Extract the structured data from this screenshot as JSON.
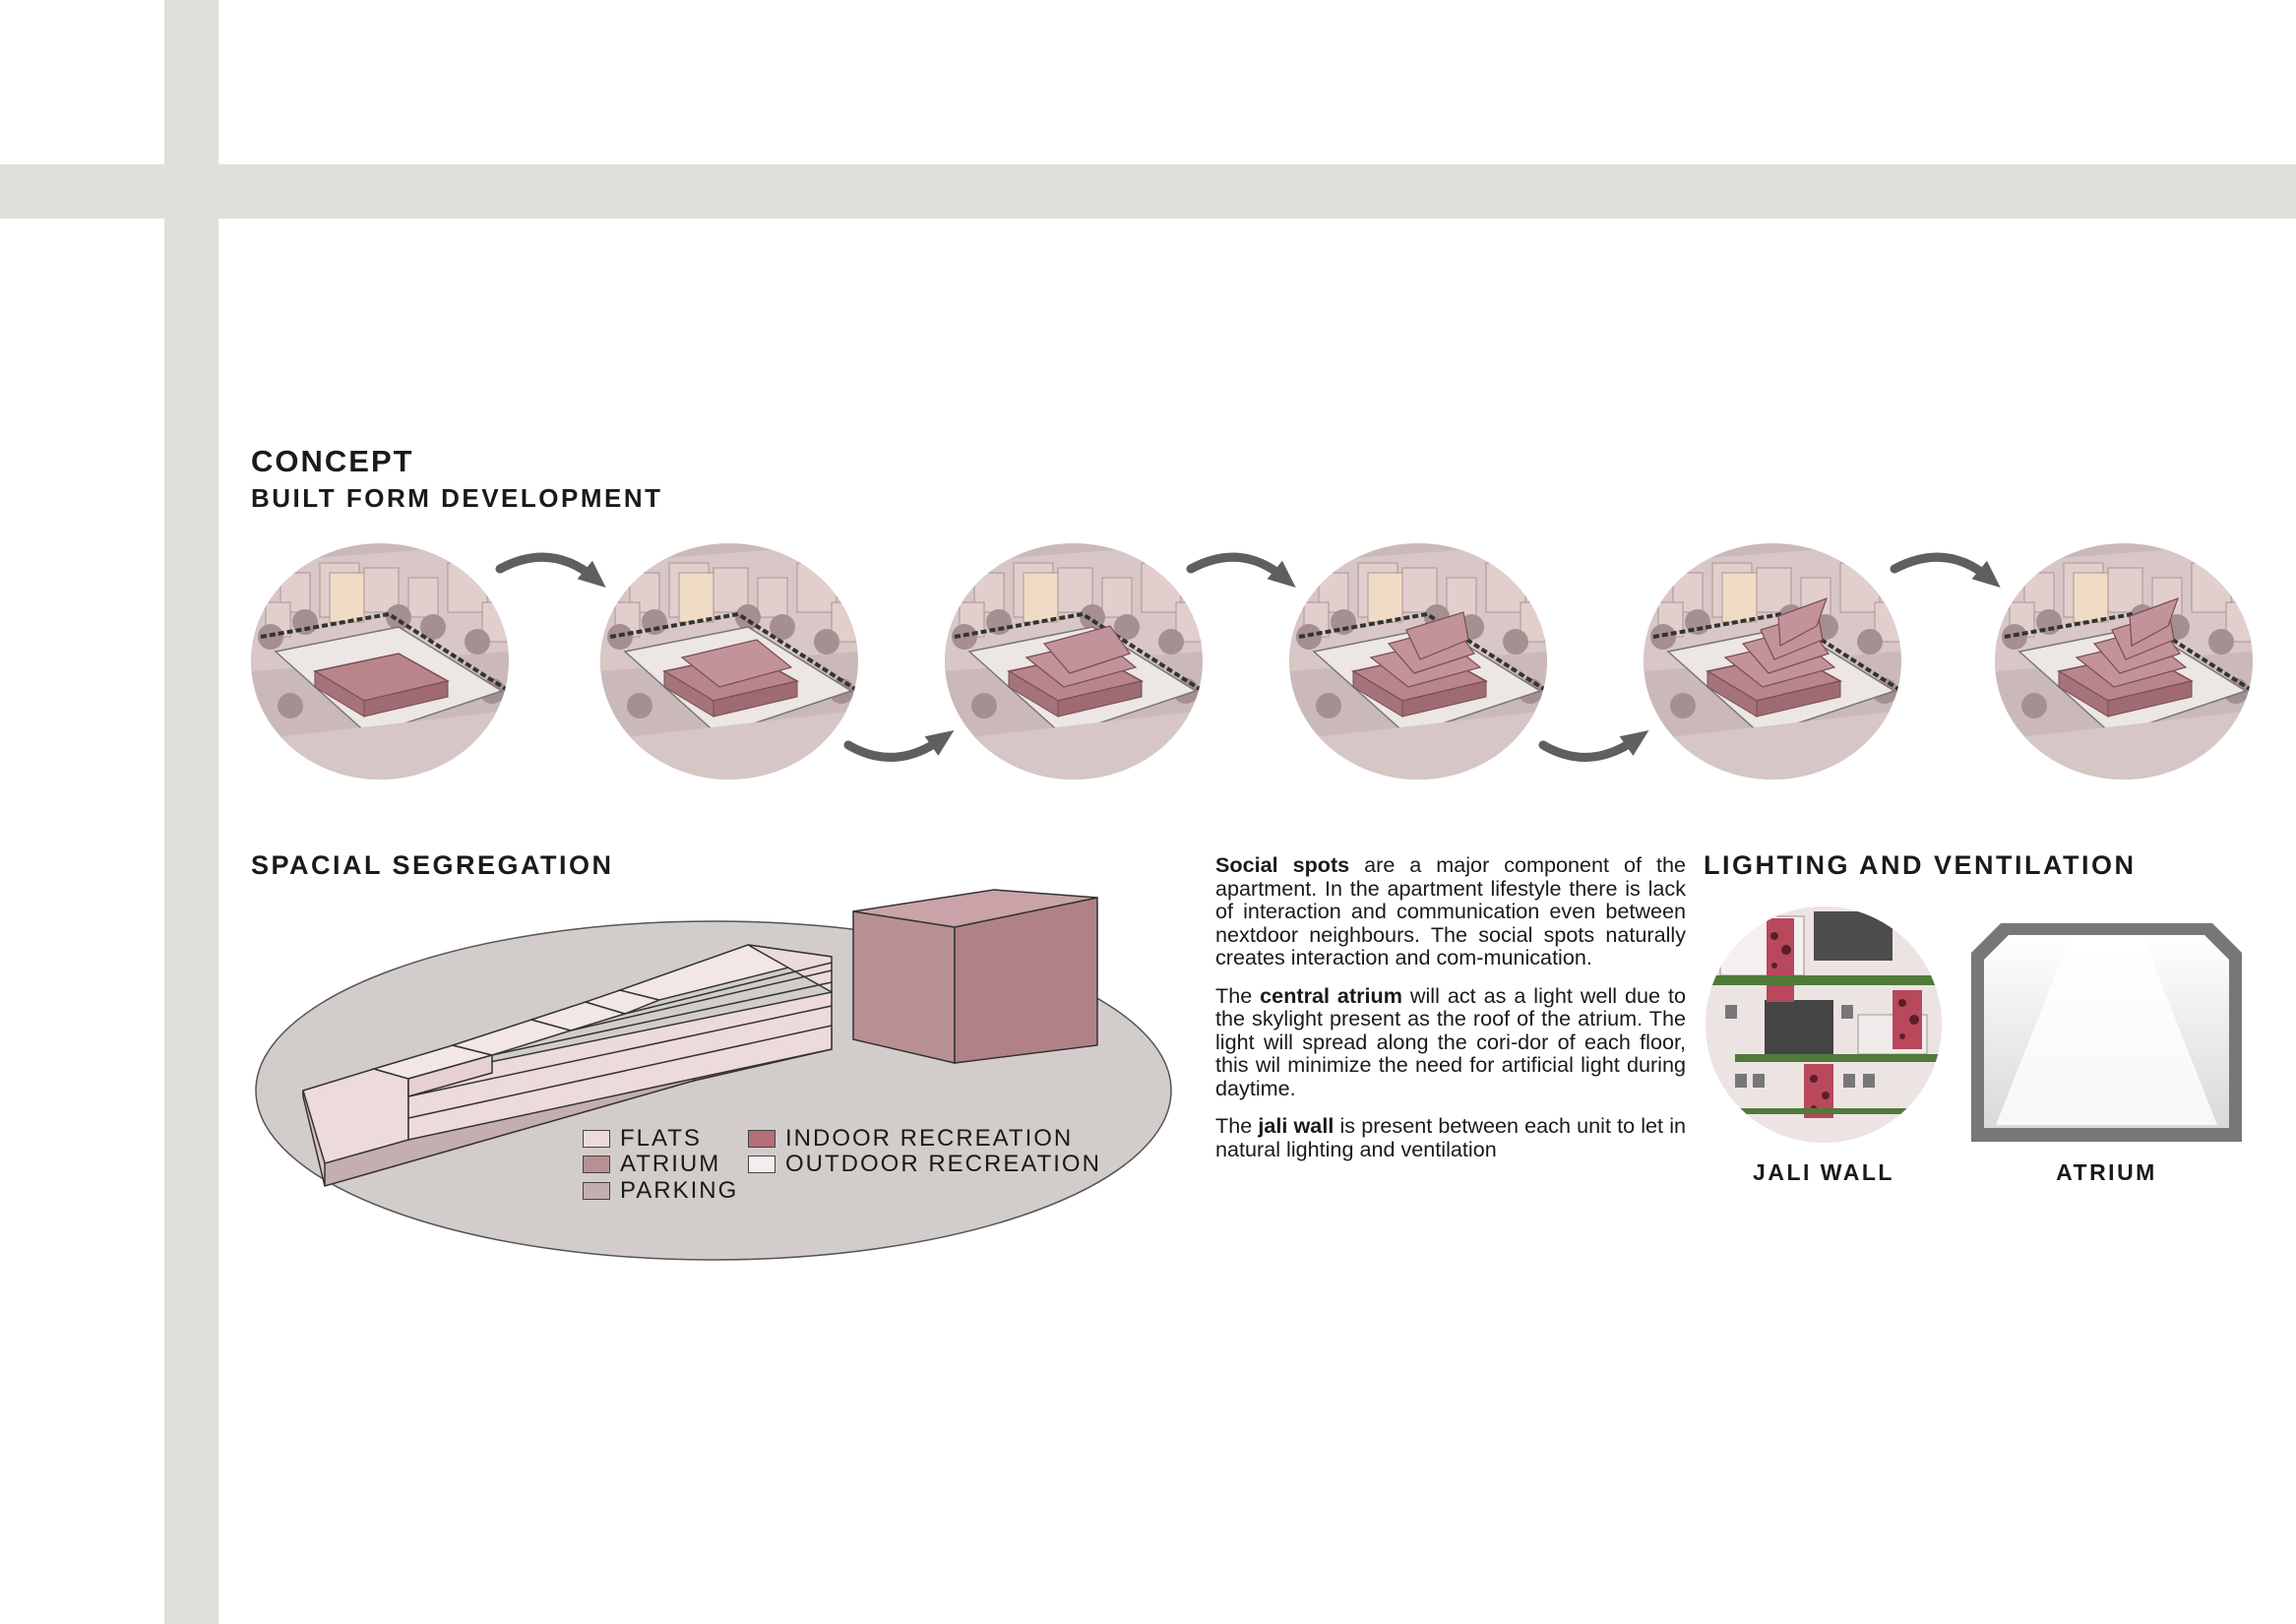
{
  "header": {
    "title": "CONCEPT",
    "subtitle": "BUILT FORM DEVELOPMENT"
  },
  "sections": {
    "spatial": "SPACIAL SEGREGATION",
    "lighting": "LIGHTING AND VENTILATION"
  },
  "legend": {
    "items": [
      {
        "label": "FLATS",
        "color": "#eddadd"
      },
      {
        "label": "ATRIUM",
        "color": "#b88f93"
      },
      {
        "label": "PARKING",
        "color": "#c4aeb0"
      },
      {
        "label": "INDOOR RECREATION",
        "color": "#b46f77"
      },
      {
        "label": "OUTDOOR RECREATION",
        "color": "#f3eeee"
      }
    ]
  },
  "paragraphs": [
    {
      "bold": "Social spots",
      "text": " are a major component of the apartment. In the apartment lifestyle there is lack of interaction and communication even between nextdoor neighbours. The social spots naturally creates interaction and com-munication."
    },
    {
      "lead": "The ",
      "bold": "central atrium",
      "text": " will act as a light well due to the skylight present as the roof of the atrium. The light will spread along the cori-dor of each floor, this wil minimize the need for artificial light during daytime."
    },
    {
      "lead": "The ",
      "bold": "jali wall",
      "text": " is present between each unit to let in natural lighting and ventilation"
    }
  ],
  "captions": {
    "jali": "JALI WALL",
    "atrium": "ATRIUM"
  },
  "colors": {
    "band": "#dedfda",
    "site": "#d2cdcb",
    "massing": "#b8858b",
    "arrow": "#5f5f5f"
  }
}
